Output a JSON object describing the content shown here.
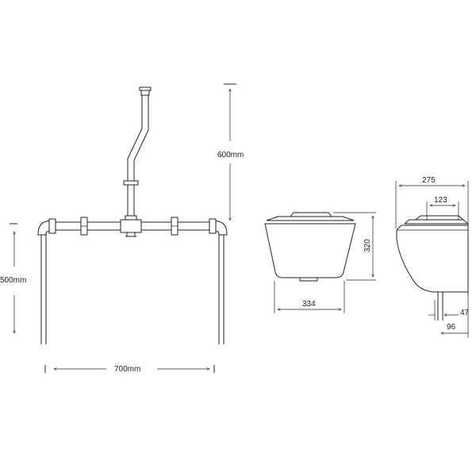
{
  "frame": {
    "label_height": "600mm",
    "label_side_height": "500mm",
    "label_width": "700mm"
  },
  "cistern_front": {
    "label_width": "334",
    "label_height": "320"
  },
  "cistern_side": {
    "label_depth": "275",
    "label_top_offset": "123",
    "label_pipe_gap": "47",
    "label_pipe_offset": "96"
  }
}
